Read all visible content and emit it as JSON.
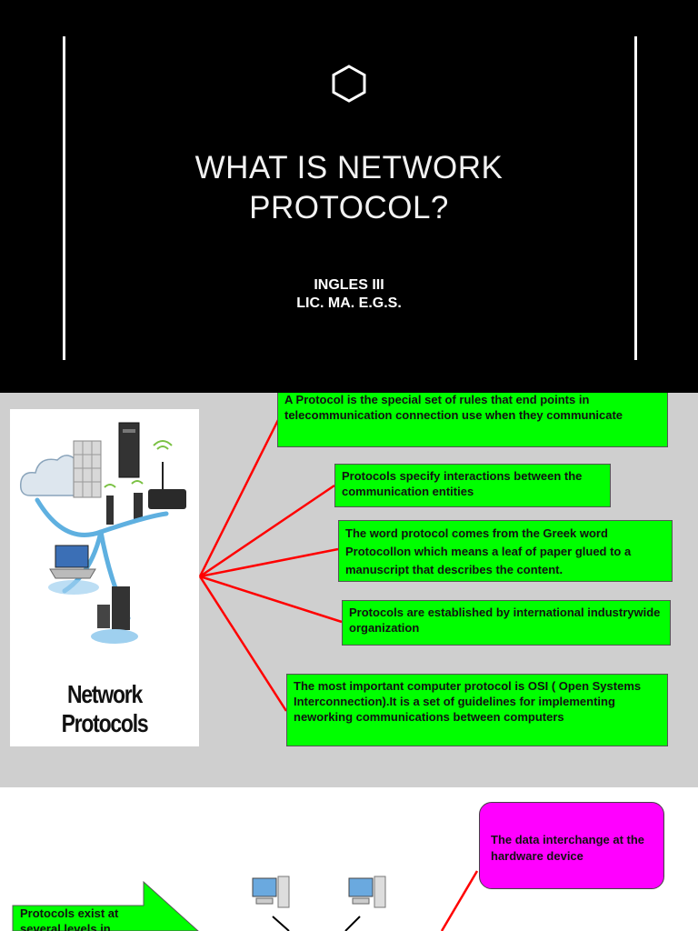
{
  "slide1": {
    "title_line1": "WHAT IS NETWORK",
    "title_line2": "PROTOCOL?",
    "subtitle_line1": "INGLES III",
    "subtitle_line2": "LIC. MA. E.G.S.",
    "icon": "hexagon-icon"
  },
  "slide2": {
    "image_caption": "Network Protocols",
    "boxes": [
      "A Protocol is the special set of rules that end points in telecommunication connection use when they communicate",
      "Protocols specify  interactions between the communication entities",
      "The word protocol comes from the Greek  word Protocollon which  means a leaf of paper glued to a manuscript that describes the content.",
      "Protocols are established  by international industrywide organization",
      "The most important computer protocol is OSI ( Open Systems Interconnection).It is a set of guidelines for implementing neworking communications between computers"
    ],
    "colors": {
      "box_fill": "#00ff00",
      "connector": "#ff0000",
      "background": "#cfcfcf"
    }
  },
  "slide3": {
    "callout_text": "The data interchange at the hardware device",
    "arrow_text": "Protocols exist at several levels in",
    "colors": {
      "callout_fill": "#ff00ff",
      "arrow_fill": "#00ff00"
    }
  }
}
